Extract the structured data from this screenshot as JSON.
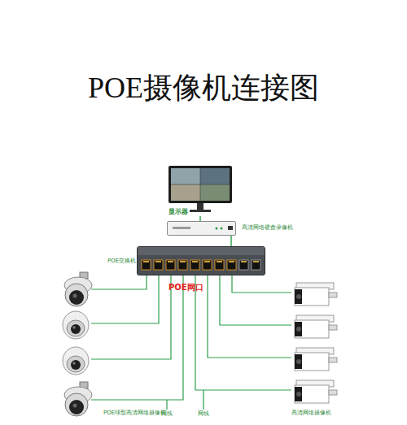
{
  "diagram": {
    "title": "POE摄像机连接图",
    "nodes": [
      {
        "text": [
          "显示器"
        ]
      },
      {
        "text": [
          "高清网络硬盘录像机"
        ]
      },
      {
        "text": [
          "POE交换机",
          "POE网口"
        ]
      }
    ],
    "edges": [
      {
        "from": 0,
        "to": 1,
        "arrow": "none"
      },
      {
        "from": 1,
        "to": 2,
        "arrow": "none"
      }
    ],
    "labels": [
      "POE球型高清网络摄像机",
      "网线",
      "网线",
      "高清网络摄像机"
    ]
  }
}
